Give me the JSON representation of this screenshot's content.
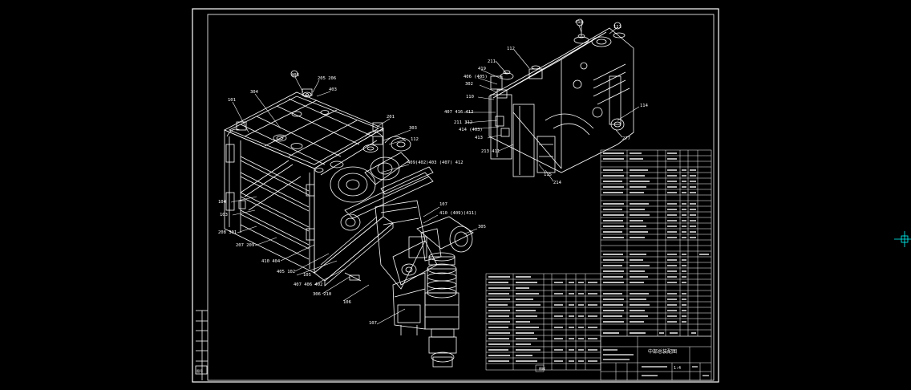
{
  "colors": {
    "background": "#000000",
    "lines": "#ffffff",
    "accent": "#00ffff"
  },
  "balloons": [
    {
      "id": "b1",
      "text": "101"
    },
    {
      "id": "b2",
      "text": "304"
    },
    {
      "id": "b3",
      "text": "408"
    },
    {
      "id": "b4",
      "text": "205 206"
    },
    {
      "id": "b5",
      "text": "403"
    },
    {
      "id": "b6",
      "text": "201"
    },
    {
      "id": "b7",
      "text": "303"
    },
    {
      "id": "b8",
      "text": "112"
    },
    {
      "id": "b9",
      "text": "409(402)403 (407) 412"
    },
    {
      "id": "b10",
      "text": "104"
    },
    {
      "id": "b11",
      "text": "103"
    },
    {
      "id": "b12",
      "text": "208 301"
    },
    {
      "id": "b13",
      "text": "207 209"
    },
    {
      "id": "b14",
      "text": "410 404"
    },
    {
      "id": "b15",
      "text": "405 102"
    },
    {
      "id": "b16",
      "text": "105"
    },
    {
      "id": "b17",
      "text": "407 406 402"
    },
    {
      "id": "b18",
      "text": "306 210"
    },
    {
      "id": "b19",
      "text": "106"
    },
    {
      "id": "b20",
      "text": "107"
    },
    {
      "id": "b21",
      "text": "107"
    },
    {
      "id": "b22",
      "text": "410 (409)(411)"
    },
    {
      "id": "b23",
      "text": "305"
    },
    {
      "id": "b24",
      "text": "418"
    },
    {
      "id": "b25",
      "text": "113"
    },
    {
      "id": "b26",
      "text": "112"
    },
    {
      "id": "b27",
      "text": "211"
    },
    {
      "id": "b28",
      "text": "419"
    },
    {
      "id": "b29",
      "text": "406 (405)"
    },
    {
      "id": "b30",
      "text": "302"
    },
    {
      "id": "b31",
      "text": "110"
    },
    {
      "id": "b32",
      "text": "407 416 412"
    },
    {
      "id": "b33",
      "text": "211 312"
    },
    {
      "id": "b34",
      "text": "414 (403)"
    },
    {
      "id": "b35",
      "text": "413"
    },
    {
      "id": "b36",
      "text": "213 411"
    },
    {
      "id": "b37",
      "text": "114"
    },
    {
      "id": "b38",
      "text": "277"
    },
    {
      "id": "b39",
      "text": "115"
    },
    {
      "id": "b40",
      "text": "214"
    }
  ],
  "title_block": {
    "title": "中部总装配图",
    "scale": "1:4",
    "code": "图样"
  },
  "side_strip": {
    "code": "图号"
  }
}
